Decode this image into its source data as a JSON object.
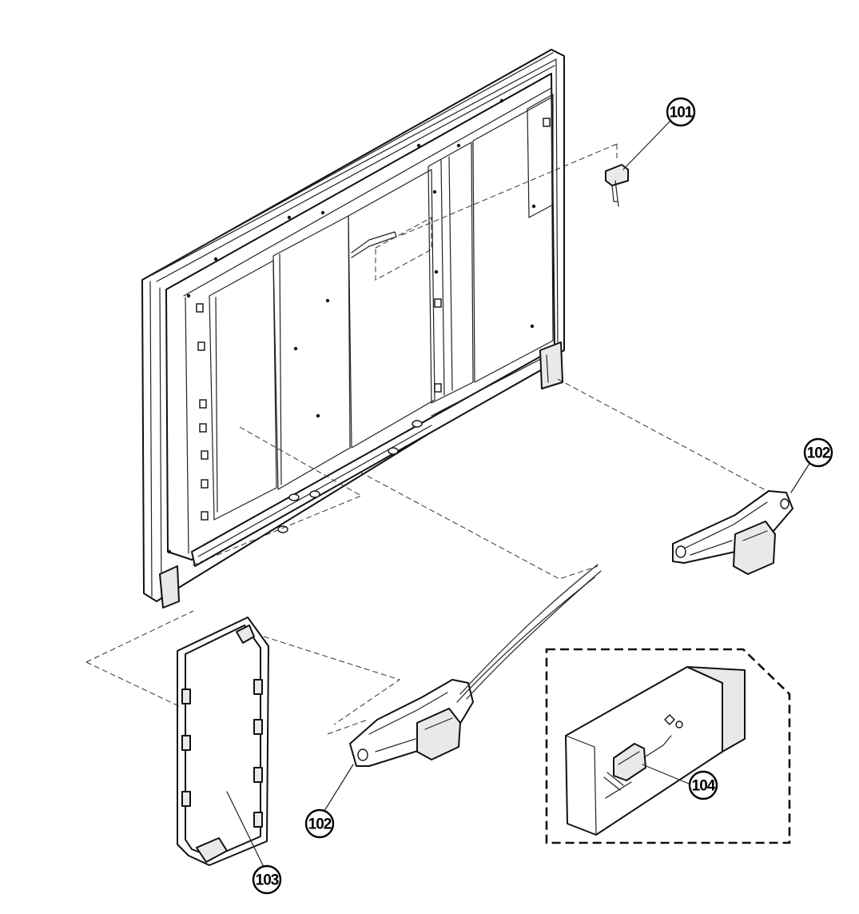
{
  "callouts": {
    "c101": "101",
    "c102_right": "102",
    "c102_left": "102",
    "c103": "103",
    "c104": "104"
  }
}
